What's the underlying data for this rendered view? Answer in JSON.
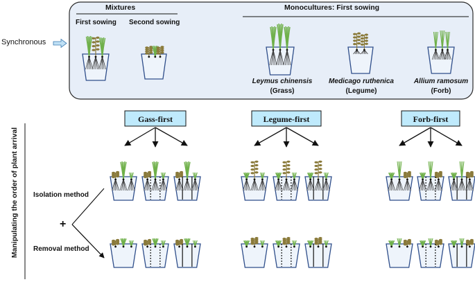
{
  "colors": {
    "panel_fill": "#e7eef8",
    "panel_stroke": "#2a2a2a",
    "label_box_fill": "#bfeafc",
    "arrow_fill": "#bfe0f5",
    "pot_fill": "#eef4fb",
    "pot_stroke": "#2f4e8a",
    "grass": "#6fb04a",
    "legume": "#8a7a3a",
    "root": "#333333"
  },
  "left": {
    "synchronous": "Synchronous",
    "vertical_label": "Manipulating the order of plant arrival",
    "plus": "+"
  },
  "top_panel": {
    "mixtures": {
      "title": "Mixtures",
      "first_sowing": "First sowing",
      "second_sowing": "Second sowing"
    },
    "monocultures": {
      "title": "Monocultures: First sowing",
      "species": [
        {
          "name": "Leymus chinensis",
          "group": "(Grass)"
        },
        {
          "name": "Medicago ruthenica",
          "group": "(Legume)"
        },
        {
          "name": "Allium ramosum",
          "group": "(Forb)"
        }
      ]
    }
  },
  "priority": {
    "groups": [
      "Gass-first",
      "Legume-first",
      "Forb-first"
    ],
    "methods": {
      "isolation": "Isolation method",
      "removal": "Removal method"
    }
  }
}
